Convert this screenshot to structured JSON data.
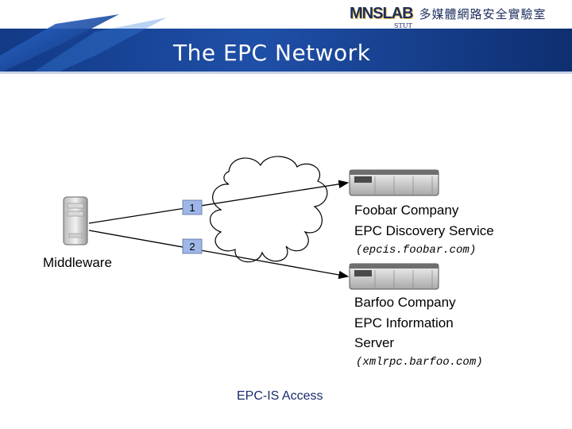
{
  "header": {
    "logo_mark": "MNSLAB",
    "logo_sub": "STUT",
    "logo_cn": "多媒體網路安全實驗室",
    "title": "The EPC Network"
  },
  "diagram": {
    "middleware_label": "Middleware",
    "arrow1_label": "1",
    "arrow2_label": "2",
    "foobar": {
      "line1": "Foobar Company",
      "line2": "EPC Discovery Service",
      "host": "(epcis.foobar.com)"
    },
    "barfoo": {
      "line1": "Barfoo Company",
      "line2": "EPC Information",
      "line3": "Server",
      "host": "(xmlrpc.barfoo.com)"
    }
  },
  "caption": "EPC-IS Access",
  "colors": {
    "header_blue": "#1f3f8f",
    "accent_yellow": "#f0c040",
    "caption_blue": "#1a2a6a",
    "badge_blue": "#9fb6e8"
  }
}
